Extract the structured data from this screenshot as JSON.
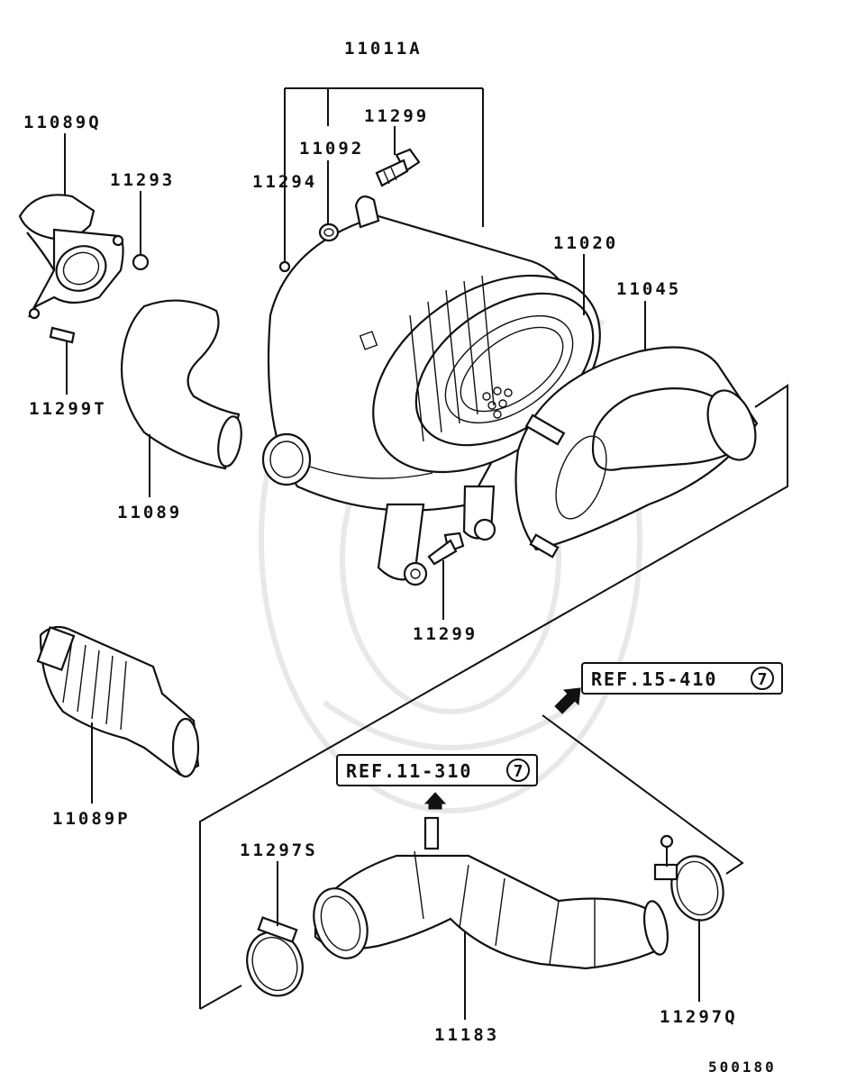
{
  "parts": [
    {
      "id": "p-11011A",
      "text": "11011A"
    },
    {
      "id": "p-11299-top",
      "text": "11299"
    },
    {
      "id": "p-11092",
      "text": "11092"
    },
    {
      "id": "p-11294",
      "text": "11294"
    },
    {
      "id": "p-11089Q",
      "text": "11089Q"
    },
    {
      "id": "p-11293",
      "text": "11293"
    },
    {
      "id": "p-11020",
      "text": "11020"
    },
    {
      "id": "p-11045",
      "text": "11045"
    },
    {
      "id": "p-11299T",
      "text": "11299T"
    },
    {
      "id": "p-11089",
      "text": "11089"
    },
    {
      "id": "p-11299-mid",
      "text": "11299"
    },
    {
      "id": "p-11089P",
      "text": "11089P"
    },
    {
      "id": "p-11297S",
      "text": "11297S"
    },
    {
      "id": "p-11183",
      "text": "11183"
    },
    {
      "id": "p-11297Q",
      "text": "11297Q"
    }
  ],
  "refs": [
    {
      "id": "ref-15-410",
      "text": "REF.15-410",
      "num": "7"
    },
    {
      "id": "ref-11-310",
      "text": "REF.11-310",
      "num": "7"
    }
  ],
  "diagram_id": "500180"
}
